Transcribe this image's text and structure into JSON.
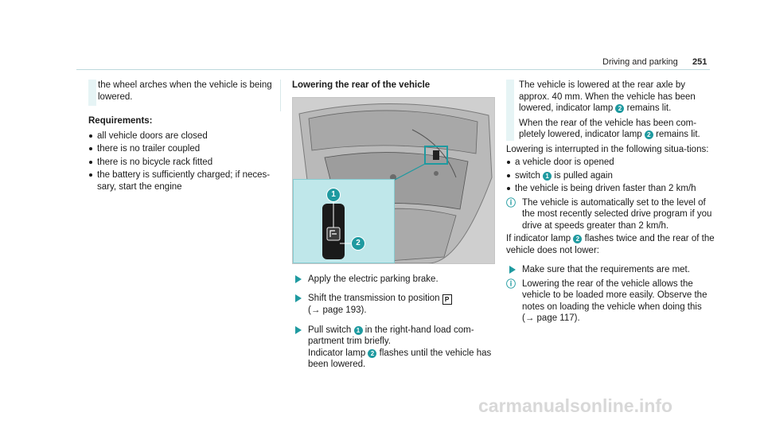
{
  "header": {
    "section": "Driving and parking",
    "page": "251"
  },
  "left": {
    "note": "the wheel arches when the vehicle is being lowered.",
    "requirements_title": "Requirements:",
    "requirements": [
      "all vehicle doors are closed",
      "there is no trailer coupled",
      "there is no bicycle rack fitted",
      "the battery is sufficiently charged; if neces-sary, start the engine"
    ]
  },
  "middle": {
    "heading": "Lowering the rear of the vehicle",
    "callout1": "1",
    "callout2": "2",
    "step1": "Apply the electric parking brake.",
    "step2_a": "Shift the transmission to position",
    "step2_key": "P",
    "step2_b": "(→ page 193).",
    "step3_a": "Pull switch",
    "step3_b": "in the right-hand load com-partment trim briefly.",
    "step3_c": "Indicator lamp",
    "step3_d": "flashes until the vehicle has been lowered."
  },
  "right": {
    "p1_a": "The vehicle is lowered at the rear axle by approx. 40 mm. When the vehicle has been lowered, indicator lamp",
    "p1_b": "remains lit.",
    "p2_a": "When the rear of the vehicle has been com-pletely lowered, indicator lamp",
    "p2_b": "remains lit.",
    "p3": "Lowering is interrupted in the following situa-tions:",
    "bullet1": "a vehicle door is opened",
    "bullet2_a": "switch",
    "bullet2_b": "is pulled again",
    "bullet3": "the vehicle is being driven faster than 2 km/h",
    "info1": "The vehicle is automatically set to the level of the most recently selected drive program if you drive at speeds greater than 2 km/h.",
    "p4_a": "If indicator lamp",
    "p4_b": "flashes twice and the rear of the vehicle does not lower:",
    "step1": "Make sure that the requirements are met.",
    "info2": "Lowering the rear of the vehicle allows the vehicle to be loaded more easily. Observe the notes on loading the vehicle when doing this (→ page 117)."
  },
  "watermark": "carmanualsonline.info",
  "colors": {
    "accent": "#1f9aa0",
    "inset_bg": "#bfe7ea",
    "shade": "#e6f4f5"
  }
}
